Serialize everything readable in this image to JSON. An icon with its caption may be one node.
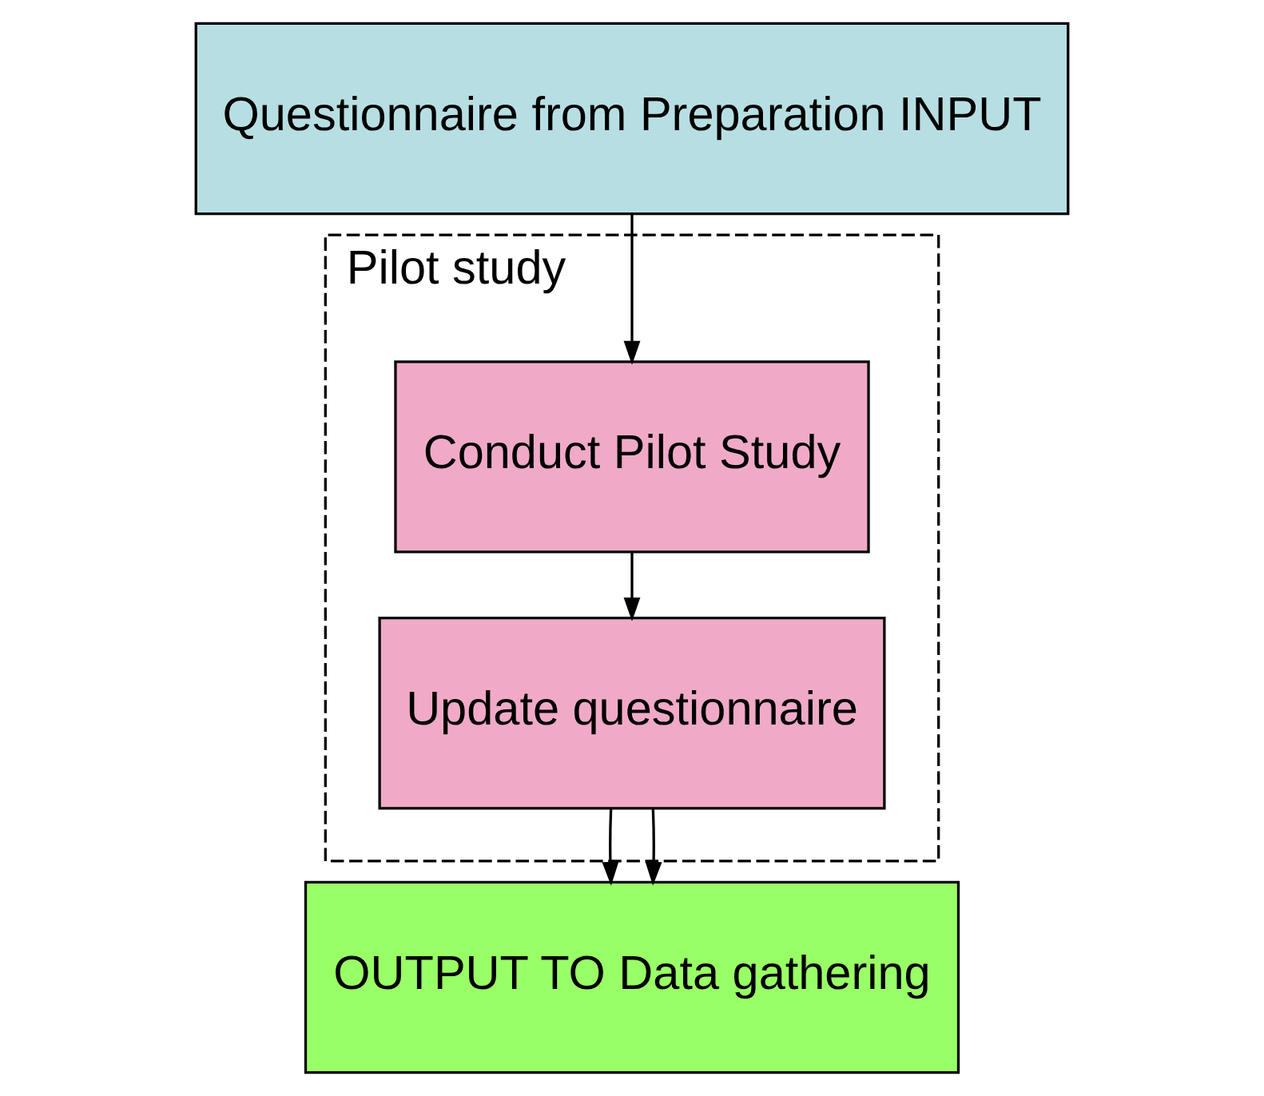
{
  "diagram": {
    "nodes": [
      {
        "text": [
          "Questionnaire from Preparation INPUT"
        ]
      },
      {
        "text": [
          "Pilot study"
        ]
      },
      {
        "text": [
          "Conduct Pilot Study"
        ],
        "in": 1
      },
      {
        "text": [
          "Update questionnaire"
        ],
        "in": 1
      },
      {
        "text": [
          "OUTPUT TO Data gathering"
        ]
      }
    ],
    "edges": [
      {
        "from": 0,
        "to": 2,
        "arrow": "to"
      },
      {
        "from": 2,
        "to": 3,
        "arrow": "to"
      },
      {
        "from": 3,
        "to": 4,
        "arrow": "to"
      },
      {
        "from": 3,
        "to": 4,
        "arrow": "to"
      }
    ]
  }
}
